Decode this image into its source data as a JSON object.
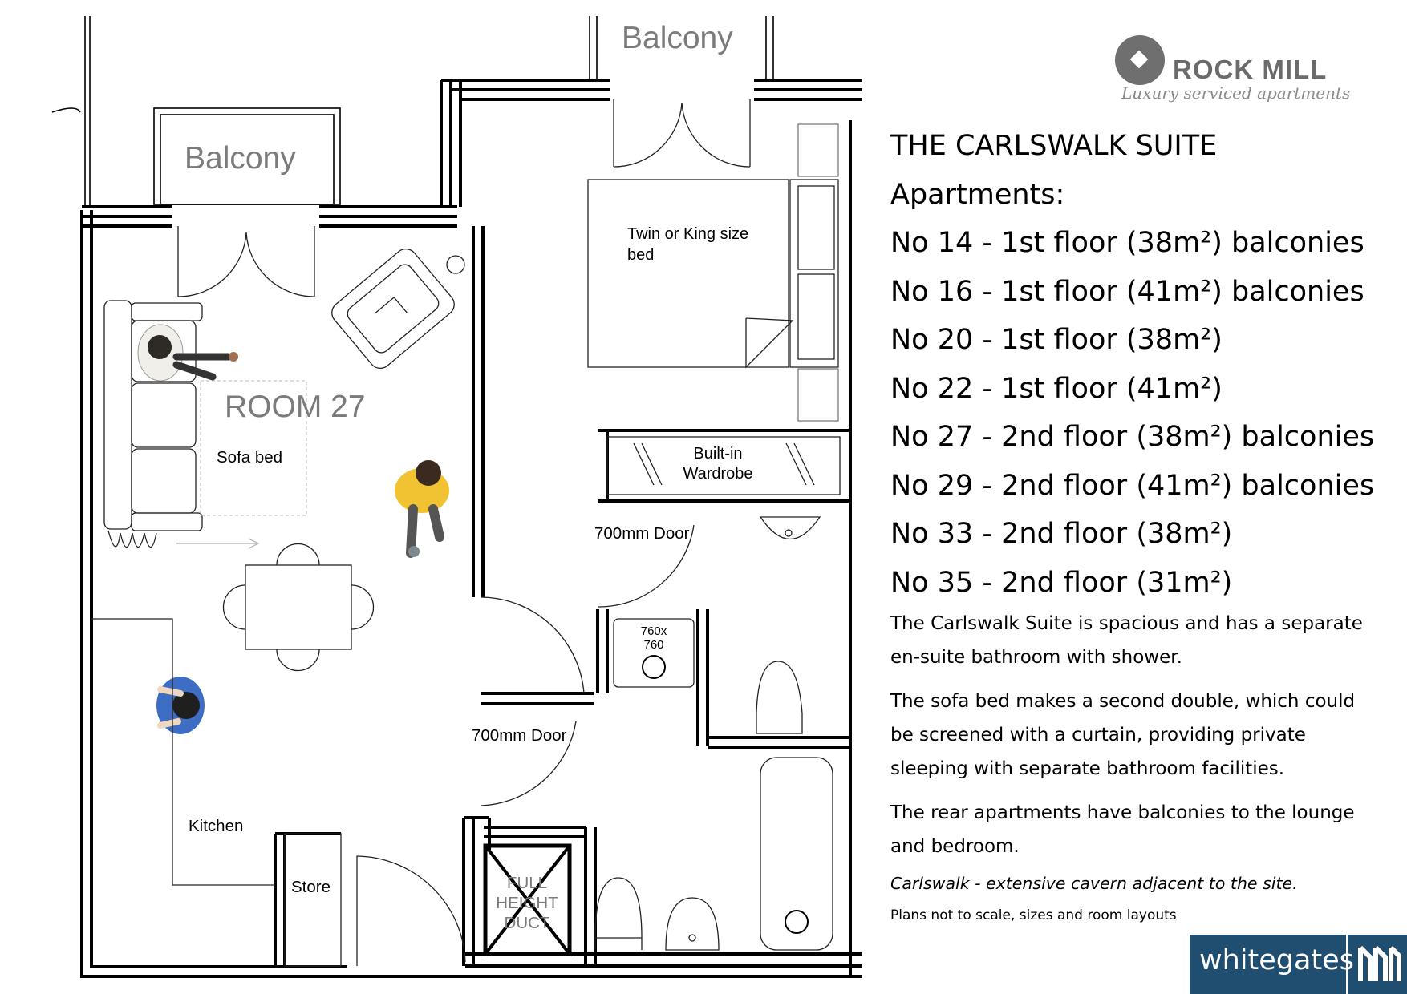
{
  "plan": {
    "balcony_left": "Balcony",
    "balcony_top": "Balcony",
    "room_label": "ROOM 27",
    "sofa_bed": "Sofa bed",
    "bed_line1": "Twin or King size",
    "bed_line2": "bed",
    "wardrobe_line1": "Built-in",
    "wardrobe_line2": "Wardrobe",
    "door_upper": "700mm Door",
    "door_lower": "700mm Door",
    "shower_line1": "760x",
    "shower_line2": "760",
    "kitchen": "Kitchen",
    "store": "Store",
    "duct_line1": "FULL",
    "duct_line2": "HEIGHT",
    "duct_line3": "DUCT"
  },
  "logo": {
    "name": "ROCK MILL",
    "tagline": "Luxury serviced apartments"
  },
  "suite": {
    "title": "THE CARLSWALK SUITE",
    "apartments_heading": "Apartments:",
    "apartments": [
      "No 14 - 1st floor (38m²) balconies",
      "No 16 - 1st floor (41m²) balconies",
      "No 20 - 1st floor (38m²)",
      "No 22 - 1st floor (41m²)",
      "No 27 - 2nd floor (38m²) balconies",
      "No 29 - 2nd floor (41m²) balconies",
      "No 33 - 2nd floor (38m²)",
      "No 35 - 2nd floor (31m²)"
    ],
    "description": [
      "The Carlswalk Suite is spacious and has a separate en-suite bathroom with shower.",
      "The sofa bed makes a second double, which could be screened with a curtain, providing private sleeping with separate bathroom facilities.",
      "The rear apartments have balconies to the lounge and bedroom."
    ],
    "caption": "Carlswalk - extensive cavern adjacent to the site.",
    "note": "Plans not to scale, sizes and room layouts"
  },
  "brand": {
    "name": "whitegates",
    "color": "#1f4e70"
  }
}
